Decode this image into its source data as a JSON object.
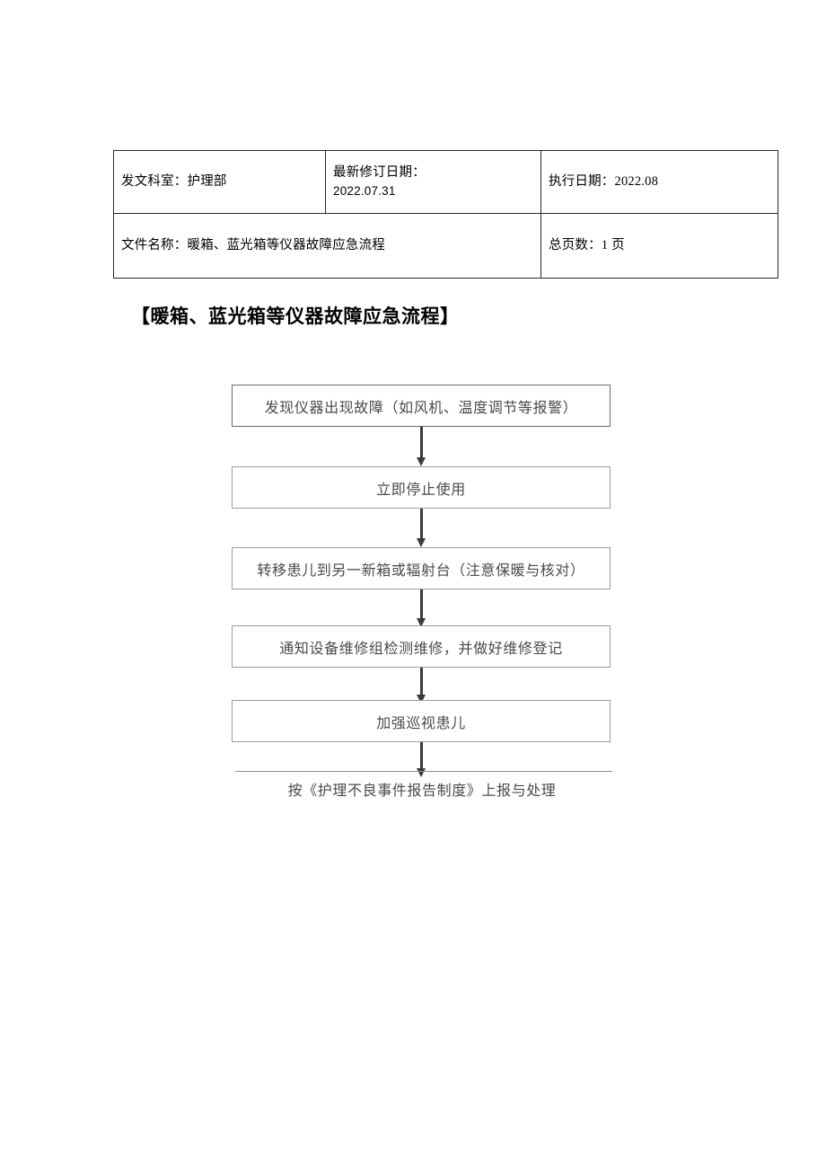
{
  "document": {
    "meta_table": {
      "rows": [
        {
          "cells": [
            {
              "text": "发文科室：护理部"
            },
            {
              "line1": "最新修订日期：",
              "line2": "2022.07.31"
            },
            {
              "text": "执行日期：2022.08"
            }
          ]
        },
        {
          "cells": [
            {
              "text": "文件名称：暖箱、蓝光箱等仪器故障应急流程"
            },
            {
              "text": "总页数：1 页"
            }
          ]
        }
      ]
    },
    "title": "【暖箱、蓝光箱等仪器故障应急流程】",
    "flowchart": {
      "type": "flowchart",
      "orientation": "top-to-bottom",
      "steps": [
        {
          "id": "step-1",
          "label": "发现仪器出现故障（如风机、温度调节等报警）",
          "shape": "rectangle"
        },
        {
          "id": "step-2",
          "label": "立即停止使用",
          "shape": "rectangle"
        },
        {
          "id": "step-3",
          "label": "转移患儿到另一新箱或辐射台（注意保暖与核对）",
          "shape": "rectangle"
        },
        {
          "id": "step-4",
          "label": "通知设备维修组检测维修，并做好维修登记",
          "shape": "rectangle"
        },
        {
          "id": "step-5",
          "label": "加强巡视患儿",
          "shape": "rectangle"
        },
        {
          "id": "step-6",
          "label": "按《护理不良事件报告制度》上报与处理",
          "shape": "open-line"
        }
      ],
      "connectors": 5,
      "connector_style": "down-arrow"
    }
  },
  "colors": {
    "page_background": "#ffffff",
    "table_border": "#2b2b2b",
    "box_border": "#9b9b9b",
    "box_text": "#4a4a4a",
    "arrow": "#3a3a3a",
    "title_text": "#000000"
  }
}
